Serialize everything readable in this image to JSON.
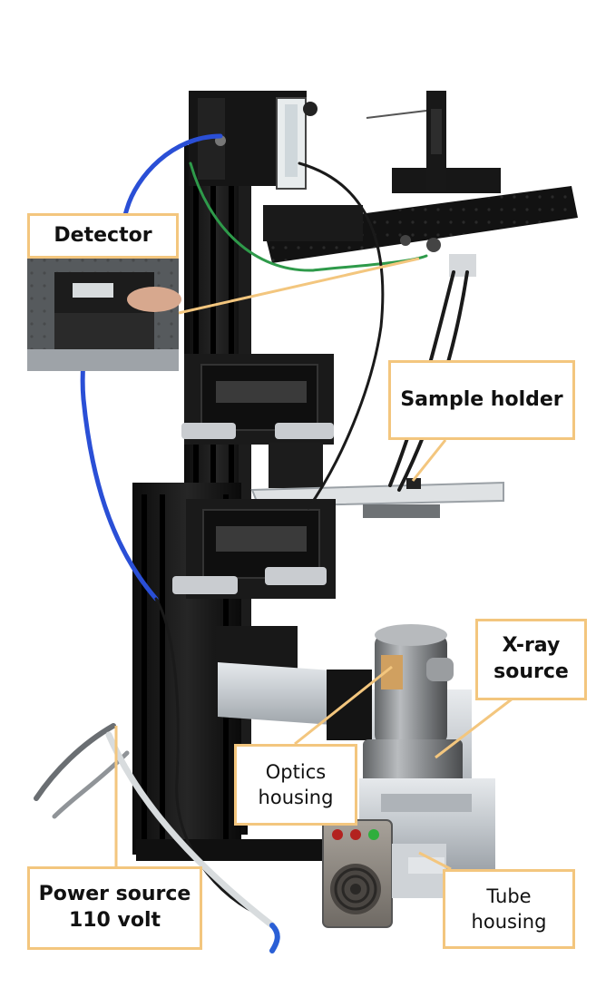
{
  "labels": {
    "detector": "Detector",
    "sample_holder": "Sample holder",
    "xray_source": {
      "line1": "X-ray",
      "line2": "source"
    },
    "optics_housing": {
      "line1": "Optics",
      "line2": "housing"
    },
    "power_source": {
      "line1": "Power source",
      "line2": "110 volt"
    },
    "tube_housing": {
      "line1": "Tube",
      "line2": "housing"
    }
  },
  "colors": {
    "label_border": "#f3c67e",
    "leader_line": "#f3c67e",
    "frame": "#141414",
    "cable_blue": "#2a4fd6",
    "cable_green": "#2e9a4a",
    "cable_black": "#1a1a1a",
    "aluminum": "#c8cdd2",
    "steel": "#8a8d90",
    "led_red": "#b3221f",
    "led_green": "#2fae3c"
  }
}
